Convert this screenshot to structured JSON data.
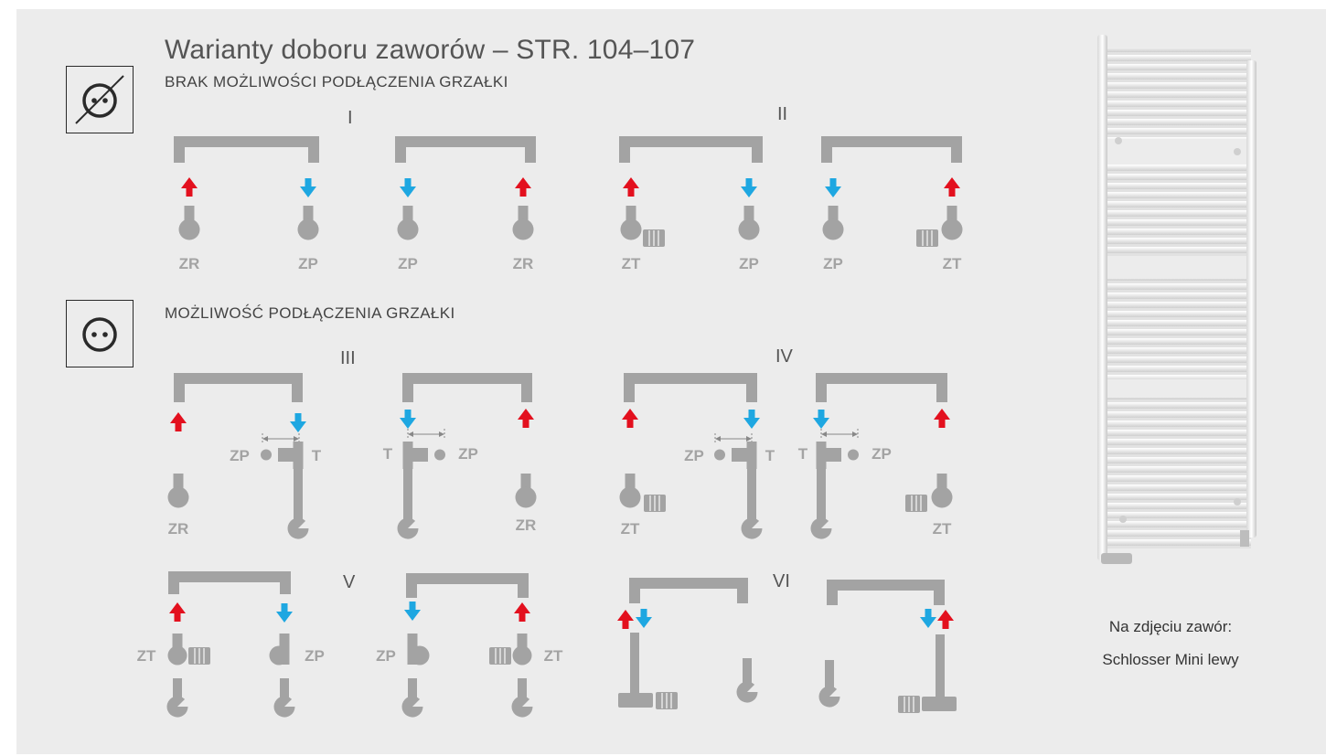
{
  "title": "Warianty doboru zaworów – STR. 104–107",
  "section_no_heater": {
    "label": "BRAK MOŻLIWOŚCI PODŁĄCZENIA GRZAŁKI",
    "icon": "no-socket-icon"
  },
  "section_heater": {
    "label": "MOŻLIWOŚĆ PODŁĄCZENIA GRZAŁKI",
    "icon": "socket-icon"
  },
  "variants": [
    {
      "roman": "I",
      "configs": [
        {
          "left": "ZR",
          "right": "ZP"
        },
        {
          "left": "ZP",
          "right": "ZR"
        }
      ]
    },
    {
      "roman": "II",
      "configs": [
        {
          "left": "ZT",
          "right": "ZP"
        },
        {
          "left": "ZP",
          "right": "ZT"
        }
      ]
    },
    {
      "roman": "III",
      "configs": [
        {
          "left": "ZR",
          "mid_left": "ZP",
          "mid_right": "T"
        },
        {
          "mid_left": "T",
          "mid_right": "ZP",
          "right": "ZR"
        }
      ]
    },
    {
      "roman": "IV",
      "configs": [
        {
          "left": "ZT",
          "mid_left": "ZP",
          "mid_right": "T"
        },
        {
          "mid_left": "T",
          "mid_right": "ZP",
          "right": "ZT"
        }
      ]
    },
    {
      "roman": "V",
      "configs": [
        {
          "left": "ZT",
          "right": "ZP"
        },
        {
          "left": "ZP",
          "right": "ZT"
        }
      ]
    },
    {
      "roman": "VI"
    }
  ],
  "photo_caption": {
    "line1": "Na zdjęciu zawór:",
    "line2": "Schlosser Mini lewy"
  },
  "colors": {
    "background": "#ececec",
    "pipe": "#a3a3a3",
    "supply_arrow": "#e3101e",
    "return_arrow": "#1ea7e1"
  }
}
